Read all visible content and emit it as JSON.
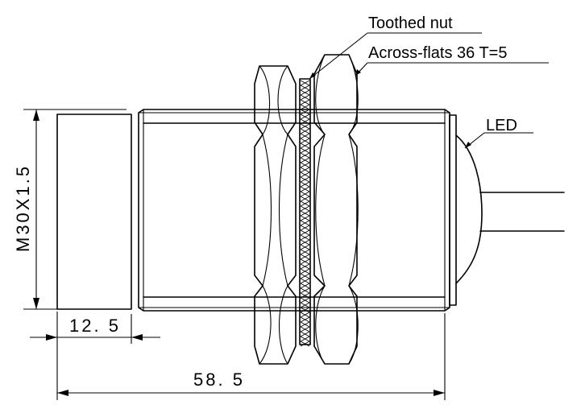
{
  "labels": {
    "toothed_nut": "Toothed nut",
    "across_flats": "Across-flats 36  T=5",
    "led": "LED"
  },
  "dimensions": {
    "thread": "M30X1.5",
    "sensing_face_length": "12. 5",
    "overall_length": "58. 5"
  }
}
